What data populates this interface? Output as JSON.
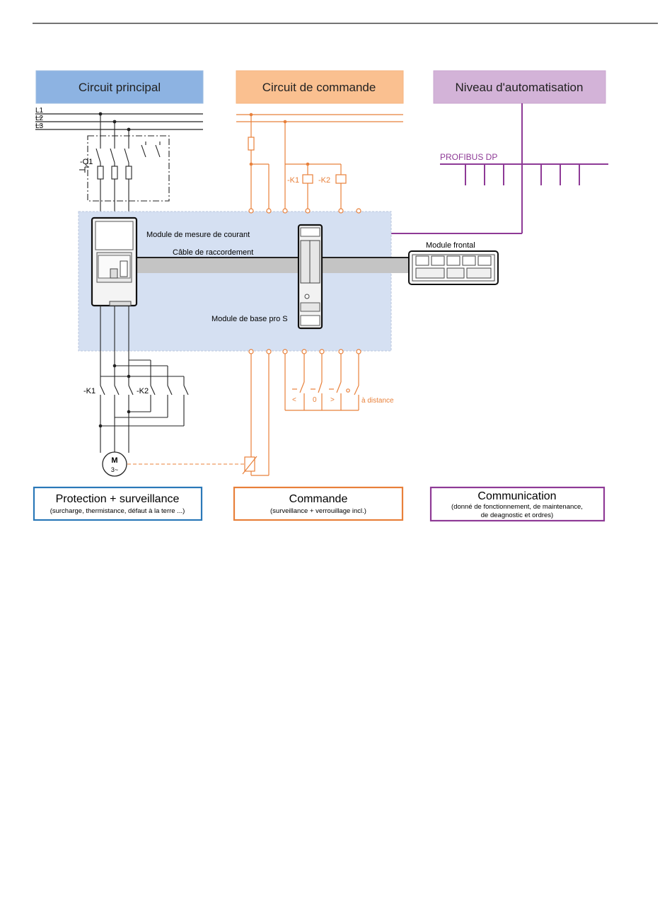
{
  "headers": {
    "main": "Circuit principal",
    "control": "Circuit de commande",
    "automation": "Niveau d'automatisation"
  },
  "footers": {
    "protection_title": "Protection + surveillance",
    "protection_sub": "(surcharge, thermistance, défaut à la terre ...)",
    "command_title": "Commande",
    "command_sub": "(surveillance + verrouillage incl.)",
    "comm_title": "Communication",
    "comm_sub1": "(donné de fonctionnement, de maintenance,",
    "comm_sub2": "de deagnostic et ordres)"
  },
  "labels": {
    "l1": "L1",
    "l2": "L2",
    "l3": "L3",
    "q1": "-Q1",
    "k1_coil": "-K1",
    "k2_coil": "-K2",
    "profibus": "PROFIBUS DP",
    "current_module": "Module de mesure de courant",
    "cable": "Câble de raccordement",
    "front_module": "Module frontal",
    "base_module": "Module de base pro S",
    "k1_contact": "-K1",
    "k2_contact": "-K2",
    "motor_m": "M",
    "motor_3": "3~",
    "btn_less": "<",
    "btn_zero": "0",
    "btn_more": ">",
    "remote": "à distance"
  },
  "colors": {
    "blue_header": "#8db3e2",
    "orange_header": "#fac090",
    "purple_header": "#d3b3d8",
    "orange_line": "#e8803a",
    "purple_line": "#8e3a96",
    "blue_border": "#2a78b8",
    "module_bg": "#d5e0f2"
  }
}
